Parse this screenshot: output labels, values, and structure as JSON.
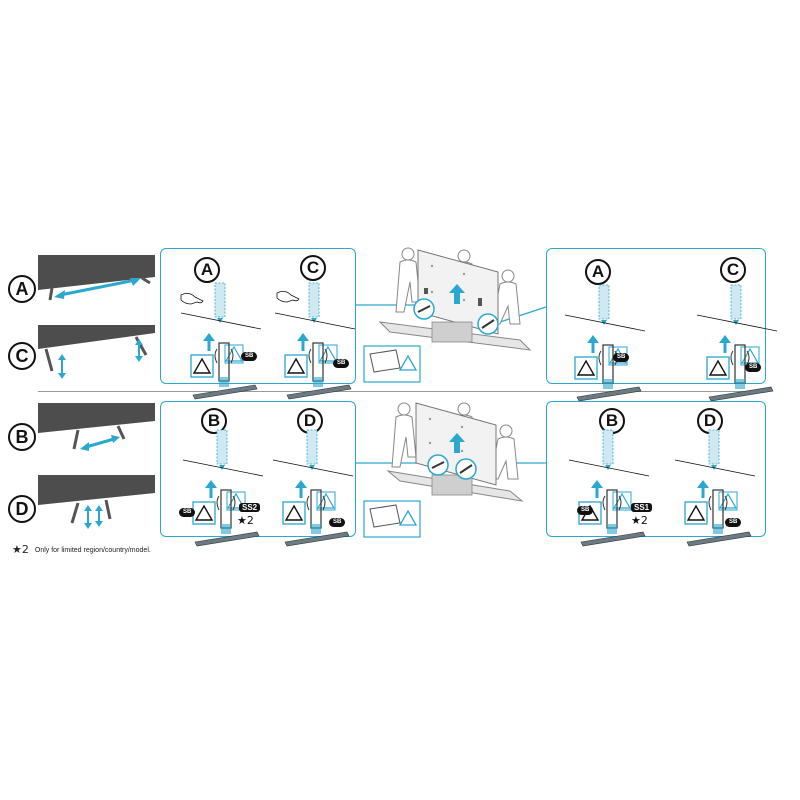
{
  "colors": {
    "accent": "#2aa8d0",
    "tv": "#4d4d4d",
    "line": "#111111"
  },
  "side_labels": [
    "A",
    "C",
    "B",
    "D"
  ],
  "panels": {
    "top_left": {
      "labels": [
        "A",
        "C"
      ],
      "tags": [
        "SB",
        "SB"
      ]
    },
    "top_right": {
      "labels": [
        "A",
        "C"
      ],
      "tags": [
        "SB",
        "SB"
      ]
    },
    "bottom_left": {
      "labels": [
        "B",
        "D"
      ],
      "tags": [
        "SB",
        "SB"
      ],
      "code": "SS2",
      "code_note": "★2"
    },
    "bottom_right": {
      "labels": [
        "B",
        "D"
      ],
      "tags": [
        "SB",
        "SB"
      ],
      "code": "SS1",
      "code_note": "★2"
    }
  },
  "footnote": {
    "marker": "★2",
    "text": "Only for limited region/country/model."
  }
}
